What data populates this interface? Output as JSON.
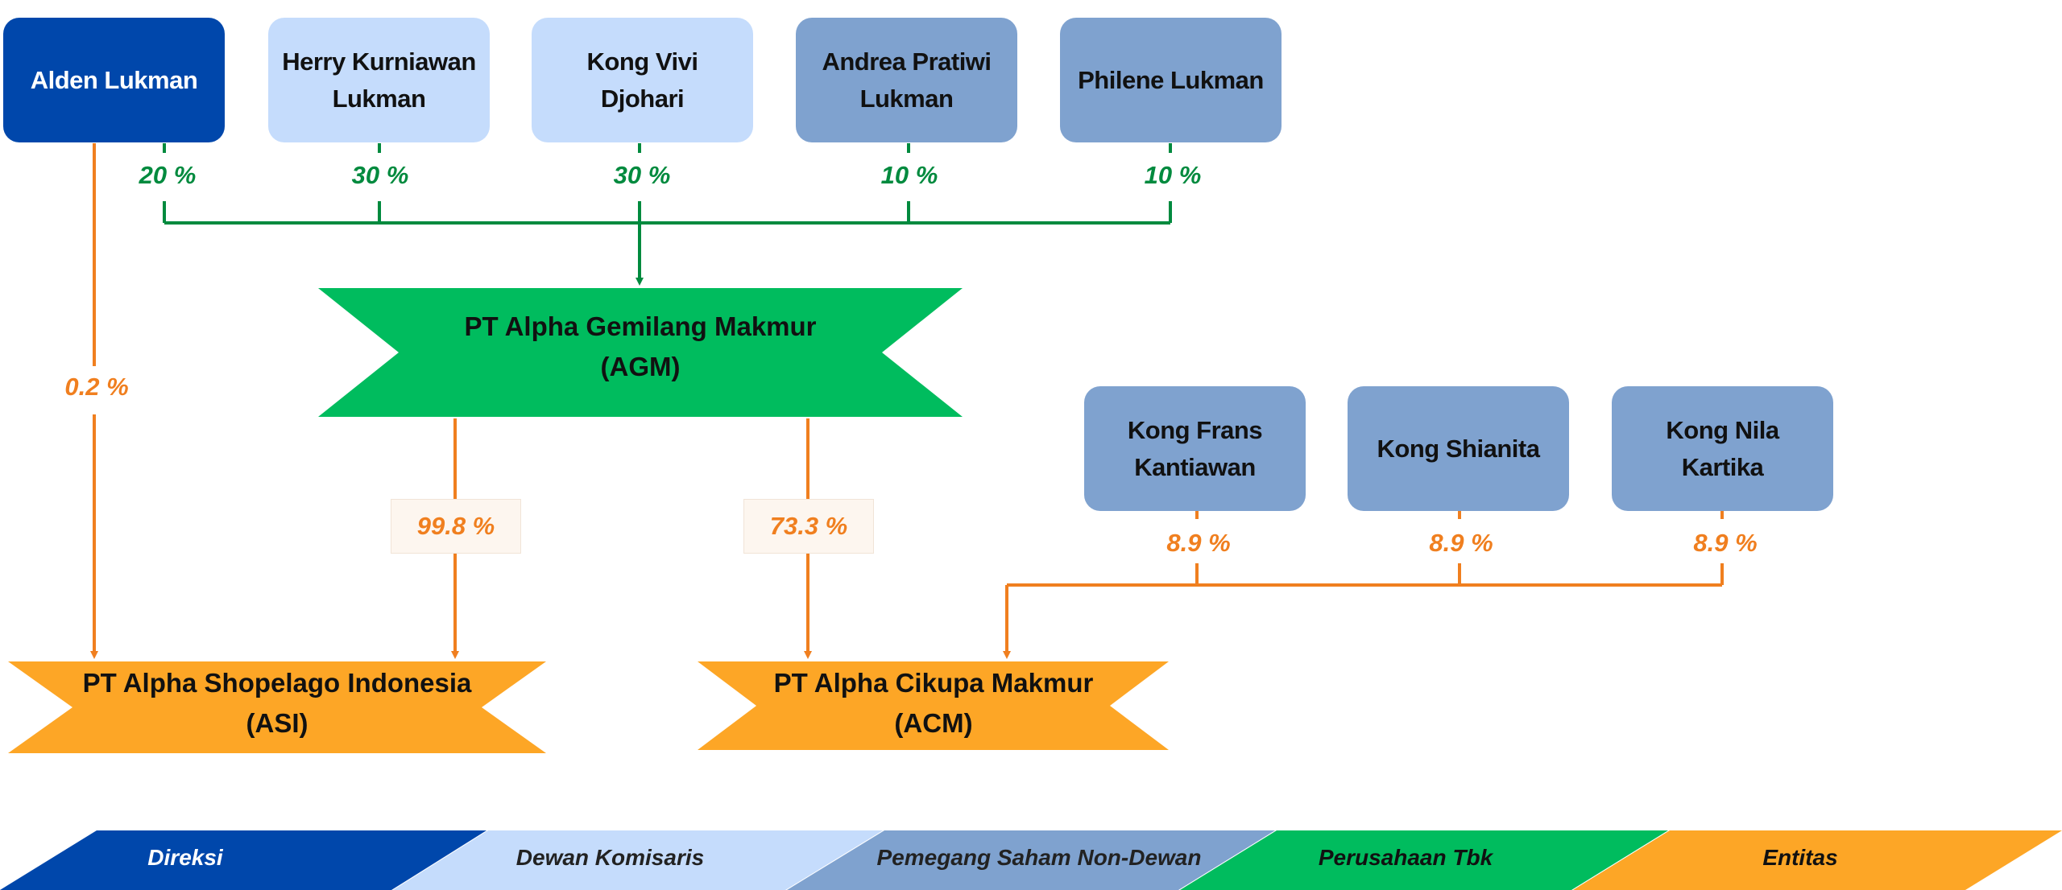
{
  "colors": {
    "direksi": "#0047ab",
    "komisaris": "#c5dcfc",
    "non_dewan": "#7fa2cf",
    "tbk": "#00bc5e",
    "entitas": "#fda626",
    "line_green": "#008a3e",
    "line_orange": "#f07f1f"
  },
  "people_top": [
    {
      "name": "Alden Lukman",
      "category": "direksi"
    },
    {
      "name": "Herry Kurniawan\nLukman",
      "category": "komisaris"
    },
    {
      "name": "Kong Vivi\nDjohari",
      "category": "komisaris"
    },
    {
      "name": "Andrea Pratiwi\nLukman",
      "category": "non_dewan"
    },
    {
      "name": "Philene Lukman",
      "category": "non_dewan"
    }
  ],
  "top_percentages": [
    "20 %",
    "30 %",
    "30 %",
    "10 %",
    "10 %"
  ],
  "agm": {
    "label": "PT Alpha Gemilang Makmur\n(AGM)"
  },
  "alden_to_asi_pct": "0.2 %",
  "agm_to_asi_pct": "99.8 %",
  "agm_to_acm_pct": "73.3 %",
  "people_right": [
    {
      "name": "Kong Frans\nKantiawan",
      "category": "non_dewan"
    },
    {
      "name": "Kong Shianita",
      "category": "non_dewan"
    },
    {
      "name": "Kong Nila\nKartika",
      "category": "non_dewan"
    }
  ],
  "right_percentages": [
    "8.9 %",
    "8.9 %",
    "8.9 %"
  ],
  "asi": {
    "label": "PT Alpha Shopelago Indonesia\n(ASI)"
  },
  "acm": {
    "label": "PT Alpha Cikupa Makmur\n(ACM)"
  },
  "legend": [
    {
      "label": "Direksi",
      "color": "#0047ab",
      "text_color": "#ffffff"
    },
    {
      "label": "Dewan Komisaris",
      "color": "#c5dcfc",
      "text_color": "#111111"
    },
    {
      "label": "Pemegang Saham Non-Dewan",
      "color": "#7fa2cf",
      "text_color": "#111111"
    },
    {
      "label": "Perusahaan Tbk",
      "color": "#00bc5e",
      "text_color": "#111111"
    },
    {
      "label": "Entitas",
      "color": "#fda626",
      "text_color": "#111111"
    }
  ]
}
